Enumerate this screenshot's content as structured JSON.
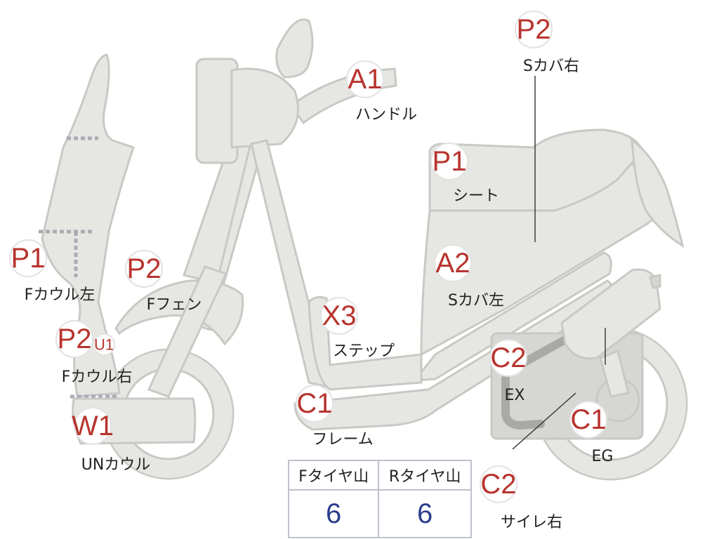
{
  "parts": [
    {
      "id": "a1-handle",
      "code": "A1",
      "label": "ハンドル"
    },
    {
      "id": "p2-s-cover-right",
      "code": "P2",
      "label": "Sカバ右"
    },
    {
      "id": "p1-seat",
      "code": "P1",
      "label": "シート"
    },
    {
      "id": "a2-s-cover-left",
      "code": "A2",
      "label": "Sカバ左"
    },
    {
      "id": "p1-f-cowl-left",
      "code": "P1",
      "label": "Fカウル左"
    },
    {
      "id": "p2-f-fender",
      "code": "P2",
      "label": "Fフェン"
    },
    {
      "id": "x3-step",
      "code": "X3",
      "label": "ステップ"
    },
    {
      "id": "p2-f-cowl-right",
      "code": "P2",
      "label": "Fカウル右",
      "extra_code": "U1"
    },
    {
      "id": "c2-ex",
      "code": "C2",
      "label": "EX"
    },
    {
      "id": "c1-frame",
      "code": "C1",
      "label": "フレーム"
    },
    {
      "id": "w1-un-cowl",
      "code": "W1",
      "label": "UNカウル"
    },
    {
      "id": "c1-eg",
      "code": "C1",
      "label": "EG"
    },
    {
      "id": "c2-muffler-right",
      "code": "C2",
      "label": "サイレ右"
    }
  ],
  "tread_table": {
    "headers": [
      "Fタイヤ山",
      "Rタイヤ山"
    ],
    "values": [
      "6",
      "6"
    ]
  },
  "colors": {
    "body_fill": "#e6e6e2",
    "outline": "#c8c8c4",
    "code_red": "#b8342e",
    "value_blue": "#2b3d8c"
  }
}
